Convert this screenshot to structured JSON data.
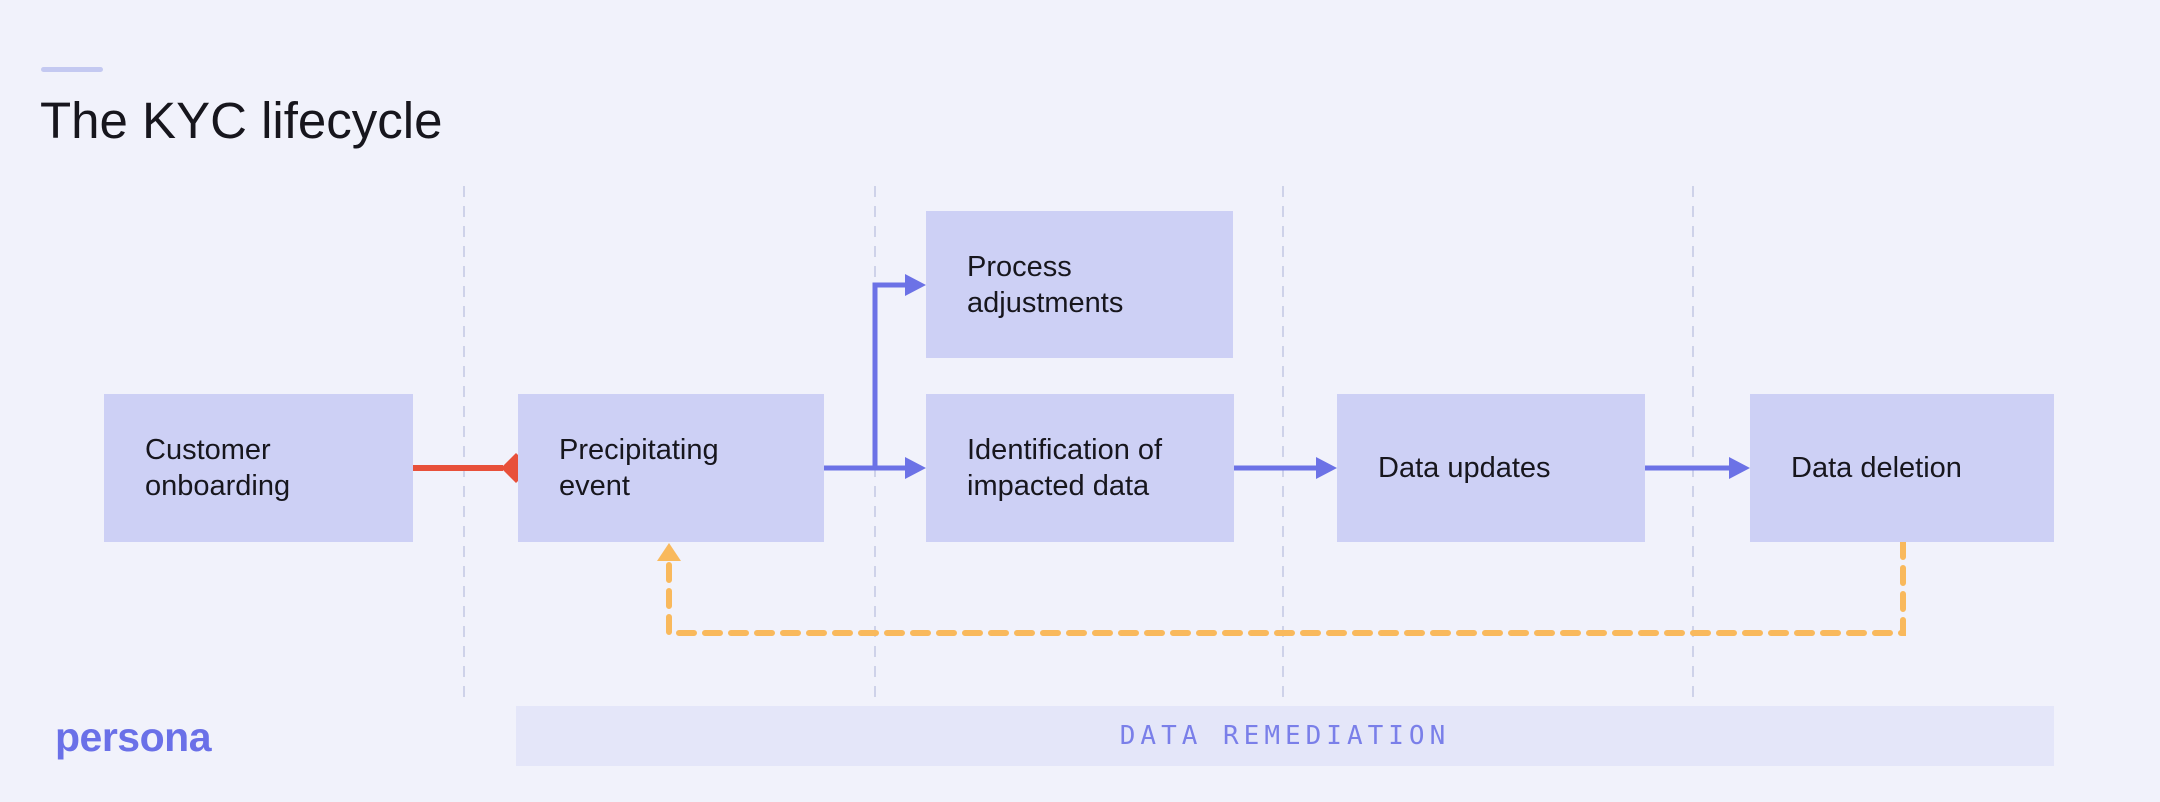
{
  "title": "The KYC lifecycle",
  "brand": {
    "logo_text": "persona",
    "logo_color": "#6a70e8"
  },
  "banner": {
    "label": "DATA REMEDIATION",
    "text_color": "#7a7fe9",
    "fill": "#e4e6f9"
  },
  "nodes": [
    {
      "id": "customer-onboarding",
      "label": "Customer onboarding"
    },
    {
      "id": "precipitating-event",
      "label": "Precipitating event"
    },
    {
      "id": "process-adjustments",
      "label": "Process adjustments"
    },
    {
      "id": "identification-of-impacted-data",
      "label": "Identification of impacted data"
    },
    {
      "id": "data-updates",
      "label": "Data updates"
    },
    {
      "id": "data-deletion",
      "label": "Data deletion"
    }
  ],
  "edges": [
    {
      "from": "customer-onboarding",
      "to": "precipitating-event",
      "style": "solid",
      "color": "#e8503a",
      "arrowhead": "diamond"
    },
    {
      "from": "precipitating-event",
      "to": "process-adjustments",
      "style": "solid",
      "color": "#6c72e6",
      "arrowhead": "triangle"
    },
    {
      "from": "precipitating-event",
      "to": "identification-of-impacted-data",
      "style": "solid",
      "color": "#6c72e6",
      "arrowhead": "triangle"
    },
    {
      "from": "identification-of-impacted-data",
      "to": "data-updates",
      "style": "solid",
      "color": "#6c72e6",
      "arrowhead": "triangle"
    },
    {
      "from": "data-updates",
      "to": "data-deletion",
      "style": "solid",
      "color": "#6c72e6",
      "arrowhead": "triangle"
    },
    {
      "from": "data-deletion",
      "to": "precipitating-event",
      "style": "dashed",
      "color": "#f9b95c",
      "arrowhead": "triangle",
      "meaning": "data remediation feedback loop"
    }
  ],
  "colors": {
    "background": "#f1f2fb",
    "node_fill": "#cdd0f5",
    "node_text": "#17161d",
    "gridline": "#ced2e9",
    "accent_bar": "#c4c9f1"
  }
}
